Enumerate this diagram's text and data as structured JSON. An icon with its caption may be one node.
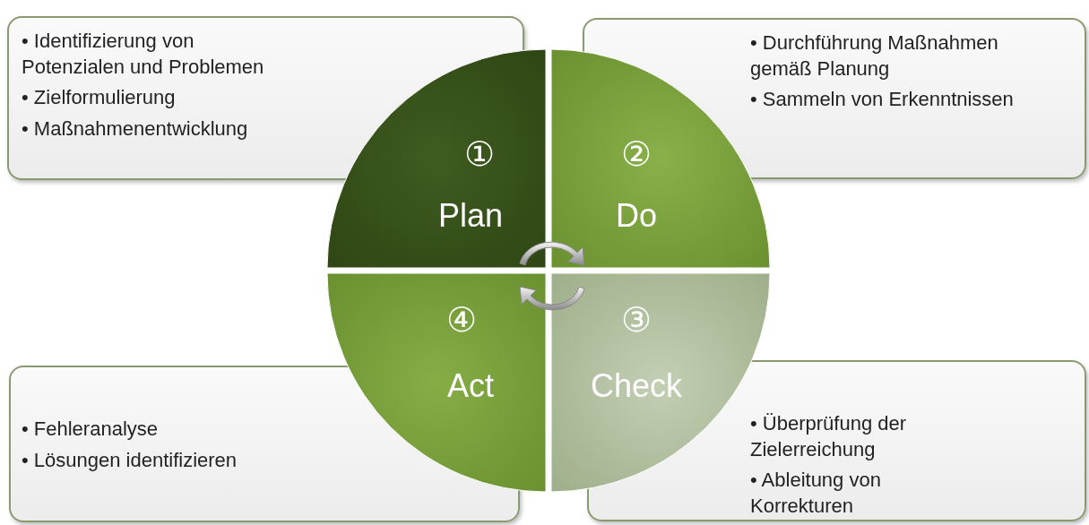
{
  "diagram": {
    "nodes": [
      {
        "text": [
          "• Identifizierung von Potenzialen und Problemen",
          "• Zielformulierung",
          "• Maßnahmenentwicklung"
        ]
      },
      {
        "text": [
          "• Durchführung Maßnahmen gemäß Planung",
          "• Sammeln von Erkenntnissen"
        ]
      },
      {
        "text": [
          "①",
          "Plan"
        ]
      },
      {
        "text": [
          "②",
          "Do"
        ]
      },
      {
        "text": [
          "④",
          "Act"
        ]
      },
      {
        "text": [
          "③",
          "Check"
        ]
      },
      {
        "text": [
          "• Fehleranalyse",
          "• Lösungen identifizieren"
        ]
      },
      {
        "text": [
          "• Überprüfung der Zielerreichung",
          "• Ableitung von Korrekturen"
        ]
      }
    ]
  }
}
